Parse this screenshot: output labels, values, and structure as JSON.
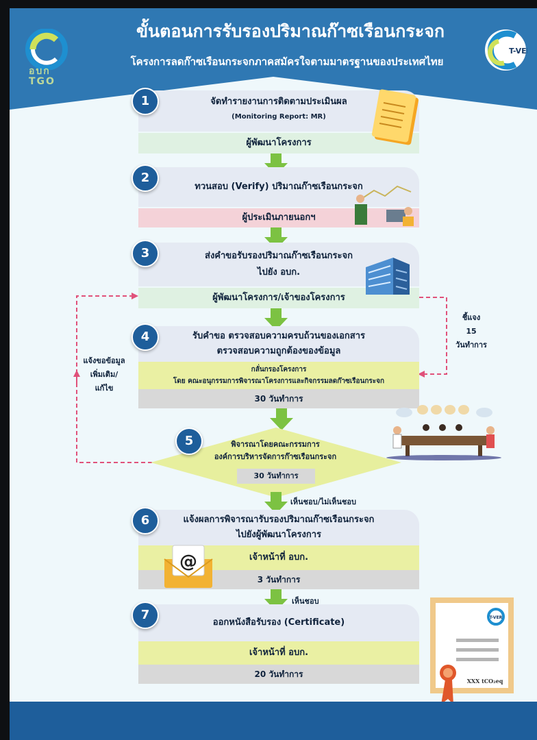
{
  "header": {
    "title": "ขั้นตอนการรับรองปริมาณก๊าซเรือนกระจก",
    "subtitle": "โครงการลดก๊าซเรือนกระจกภาคสมัครใจตามมาตรฐานของประเทศไทย",
    "logo_left_text_line1": "อบก",
    "logo_left_text_line2": "TGO",
    "logo_right_text": "T-VER"
  },
  "steps": [
    {
      "number": "1",
      "title": "จัดทำรายงานการติดตามประเมินผล",
      "subtitle": "(Monitoring Report: MR)",
      "responsible": "ผู้พัฒนาโครงการ"
    },
    {
      "number": "2",
      "title": "ทวนสอบ (Verify) ปริมาณก๊าซเรือนกระจก",
      "responsible": "ผู้ประเมินภายนอกฯ"
    },
    {
      "number": "3",
      "title": "ส่งคำขอรับรองปริมาณก๊าซเรือนกระจก",
      "title_line2": "ไปยัง อบก.",
      "responsible": "ผู้พัฒนาโครงการ/เจ้าของโครงการ"
    },
    {
      "number": "4",
      "title": "รับคำขอ ตรวจสอบความครบถ้วนของเอกสาร",
      "title_line2": "ตรวจสอบความถูกต้องของข้อมูล",
      "screening_line1": "กลั่นกรองโครงการ",
      "screening_line2": "โดย คณะอนุกรรมการพิจารณาโครงการและกิจกรรมลดก๊าซเรือนกระจก",
      "duration": "30 วันทำการ"
    },
    {
      "number": "5",
      "title": "พิจารณาโดยคณะกรรมการ",
      "title_line2": "องค์การบริหารจัดการก๊าซเรือนกระจก",
      "duration": "30 วันทำการ"
    },
    {
      "number": "6",
      "title": "แจ้งผลการพิจารณารับรองปริมาณก๊าซเรือนกระจก",
      "title_line2": "ไปยังผู้พัฒนาโครงการ",
      "responsible": "เจ้าหน้าที่ อบก.",
      "duration": "3 วันทำการ"
    },
    {
      "number": "7",
      "title": "ออกหนังสือรับรอง (Certificate)",
      "responsible": "เจ้าหน้าที่ อบก.",
      "duration": "20 วันทำการ"
    }
  ],
  "side_notes": {
    "left_line1": "แจ้งขอข้อมูล",
    "left_line2": "เพิ่มเติม/",
    "left_line3": "แก้ไข",
    "right_line1": "ชี้แจง",
    "right_line2": "15",
    "right_line3": "วันทำการ"
  },
  "arrow_labels": {
    "after_step5": "เห็นชอบ/ไม่เห็นชอบ",
    "after_step6": "เห็นชอบ"
  },
  "certificate": {
    "logo_text": "T-VER",
    "value_text": "XXX tCO₂eq"
  },
  "email_icon_symbol": "@",
  "colors": {
    "header_blue": "#2f78b3",
    "step_number_blue": "#1e5e9b",
    "title_band": "#e5eaf3",
    "responsible_green": "#dff1e2",
    "responsible_pink": "#f4d2d8",
    "yellow_band": "#eaf0a3",
    "gray_band": "#d8d8d8",
    "arrow_green": "#7cc242",
    "diamond_fill": "#e7ef9e",
    "dashed_red": "#e0517a",
    "footer_blue": "#1e5e9b"
  }
}
